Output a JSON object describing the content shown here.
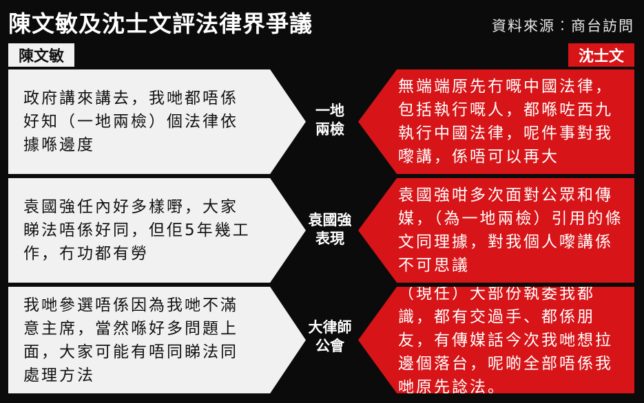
{
  "title": "陳文敏及沈士文評法律界爭議",
  "source": "資料來源︰商台訪問",
  "speakers": {
    "left": "陳文敏",
    "right": "沈士文"
  },
  "rows": [
    {
      "topic_line1": "一地",
      "topic_line2": "兩檢",
      "left_text": "政府講來講去，我哋都唔係好知（一地兩檢）個法律依據喺邊度",
      "right_text": "無端端原先冇嘅中國法律，包括執行嘅人，都喺咗西九執行中國法律，呢件事對我嚟講，係唔可以再大"
    },
    {
      "topic_line1": "袁國強",
      "topic_line2": "表現",
      "left_text": "袁國強任內好多樣嘢，大家睇法唔係好同，但佢5年幾工作，冇功都有勞",
      "right_text": "袁國強咁多次面對公眾和傳媒，（為一地兩檢）引用的條文同理據，對我個人嚟講係不可思議"
    },
    {
      "topic_line1": "大律師",
      "topic_line2": "公會",
      "left_text": "我哋參選唔係因為我哋不滿意主席，當然喺好多問題上面，大家可能有唔同睇法同處理方法",
      "right_text": "（現任）大部份執委我都識，都有交過手、都係朋友，有傳媒話今次我哋想拉邊個落台，呢啲全部唔係我哋原先諗法。"
    }
  ],
  "colors": {
    "background": "#0b0b0b",
    "left_box": "#f1f1f1",
    "right_box": "#d71418"
  }
}
